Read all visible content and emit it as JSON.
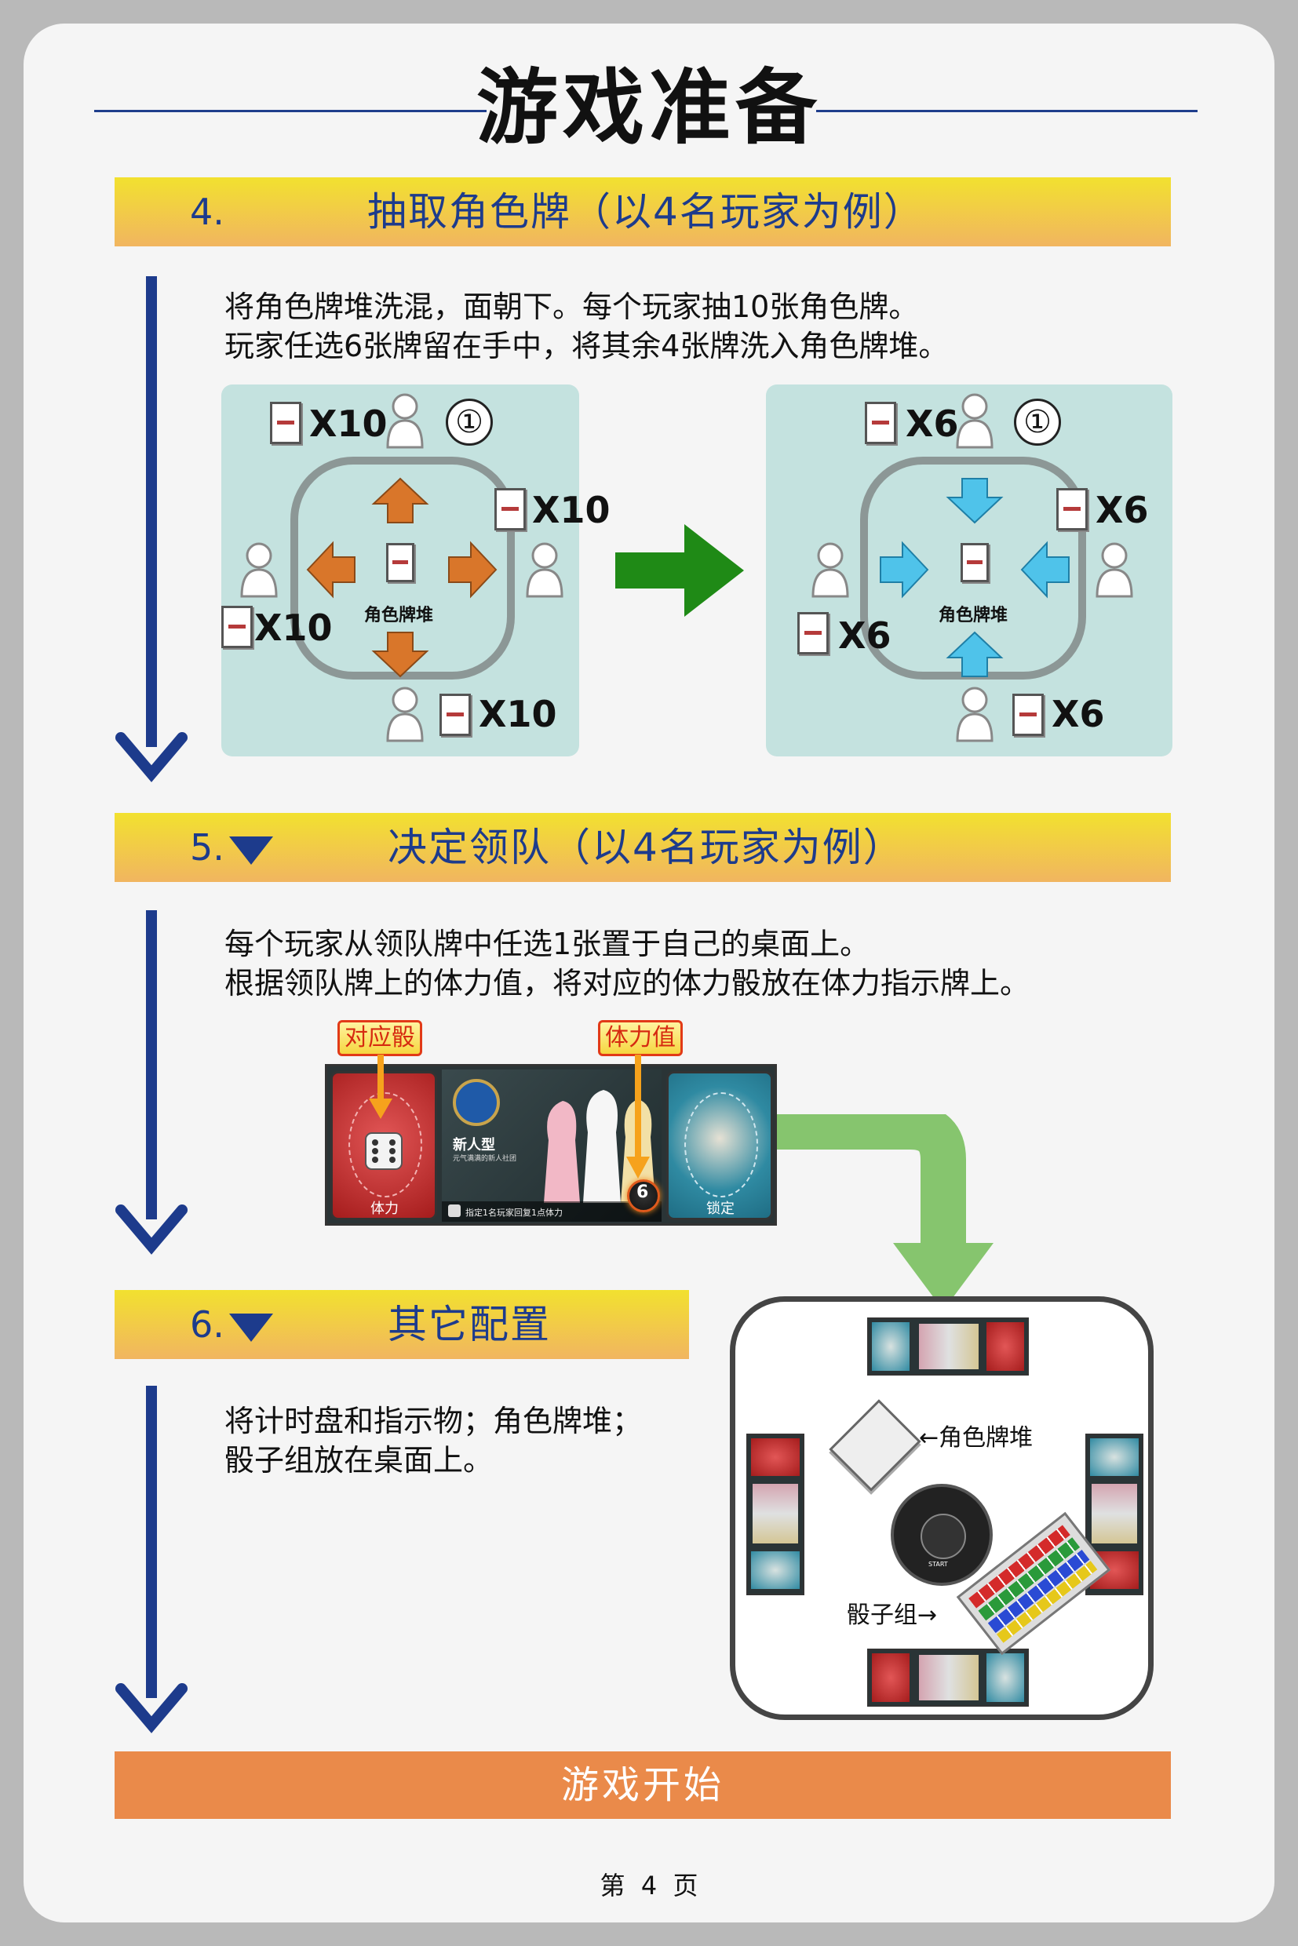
{
  "page_title": "游戏准备",
  "sections": [
    {
      "number": "4.",
      "title": "抽取角色牌（以4名玩家为例）",
      "lines": [
        "将角色牌堆洗混，面朝下。每个玩家抽10张角色牌。",
        "玩家任选6张牌留在手中，将其余4张牌洗入角色牌堆。"
      ],
      "diagram": {
        "deck_label": "角色牌堆",
        "player_marker": "①",
        "before": [
          "X10",
          "X10",
          "X10",
          "X10"
        ],
        "after": [
          "X6",
          "X6",
          "X6",
          "X6"
        ]
      }
    },
    {
      "number": "5.",
      "title": "决定领队（以4名玩家为例）",
      "lines": [
        "每个玩家从领队牌中任选1张置于自己的桌面上。",
        "根据领队牌上的体力值，将对应的体力骰放在体力指示牌上。"
      ],
      "callouts": [
        "对应骰",
        "体力值"
      ],
      "card": {
        "left_label": "体力",
        "name": "新人型",
        "subtitle": "元气满满的新人社团",
        "effect": "指定1名玩家回复1点体力",
        "hp": "6",
        "right_label": "锁定"
      }
    },
    {
      "number": "6.",
      "title": "其它配置",
      "lines": [
        "将计时盘和指示物；角色牌堆；",
        "骰子组放在桌面上。"
      ],
      "table": {
        "deck_label": "←角色牌堆",
        "dice_label": "骰子组→",
        "timer_start": "START"
      }
    }
  ],
  "start_label": "游戏开始",
  "footer": "第  4  页",
  "colors": {
    "band_top": "#f2e12f",
    "band_bottom": "#f1b560",
    "navy": "#1d3b8c",
    "panel": "#c4e2df",
    "orange_arrow": "#d9762a",
    "blue_arrow": "#4fc3ea",
    "green_arrow": "#1f8a16",
    "start_band": "#ea8a4a"
  }
}
